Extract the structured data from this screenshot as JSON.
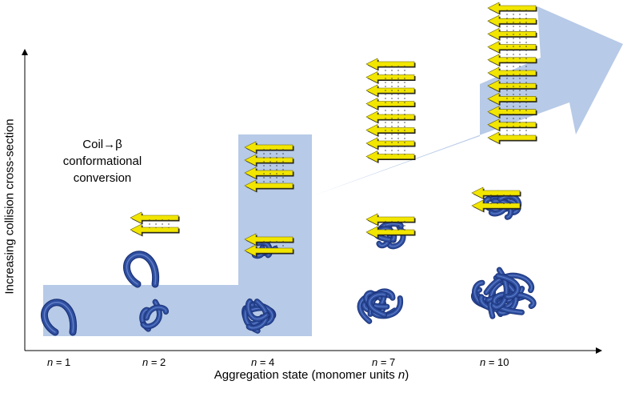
{
  "axes": {
    "x_label_main": "Aggregation state (monomer units ",
    "x_label_var": "n",
    "x_label_end": ")",
    "y_label": "Increasing collision cross-section"
  },
  "annotation": {
    "line1": "Coil→β",
    "line2": "conformational",
    "line3": "conversion"
  },
  "states": [
    {
      "n": "1",
      "prefix": "n",
      "text": " = 1"
    },
    {
      "n": "2",
      "prefix": "n",
      "text": " = 2"
    },
    {
      "n": "4",
      "prefix": "n",
      "text": " = 4"
    },
    {
      "n": "7",
      "prefix": "n",
      "text": " = 7"
    },
    {
      "n": "10",
      "prefix": "n",
      "text": " = 10"
    }
  ],
  "colors": {
    "arrow_fill": "#b3c7e6",
    "coil": "#2f4fa0",
    "coil_dark": "#1c347a",
    "strand": "#f2e600",
    "strand_edge": "#1a1a1a"
  },
  "icons": {
    "coil": "random-coil-protein-icon",
    "sheet": "beta-sheet-strand-icon"
  }
}
